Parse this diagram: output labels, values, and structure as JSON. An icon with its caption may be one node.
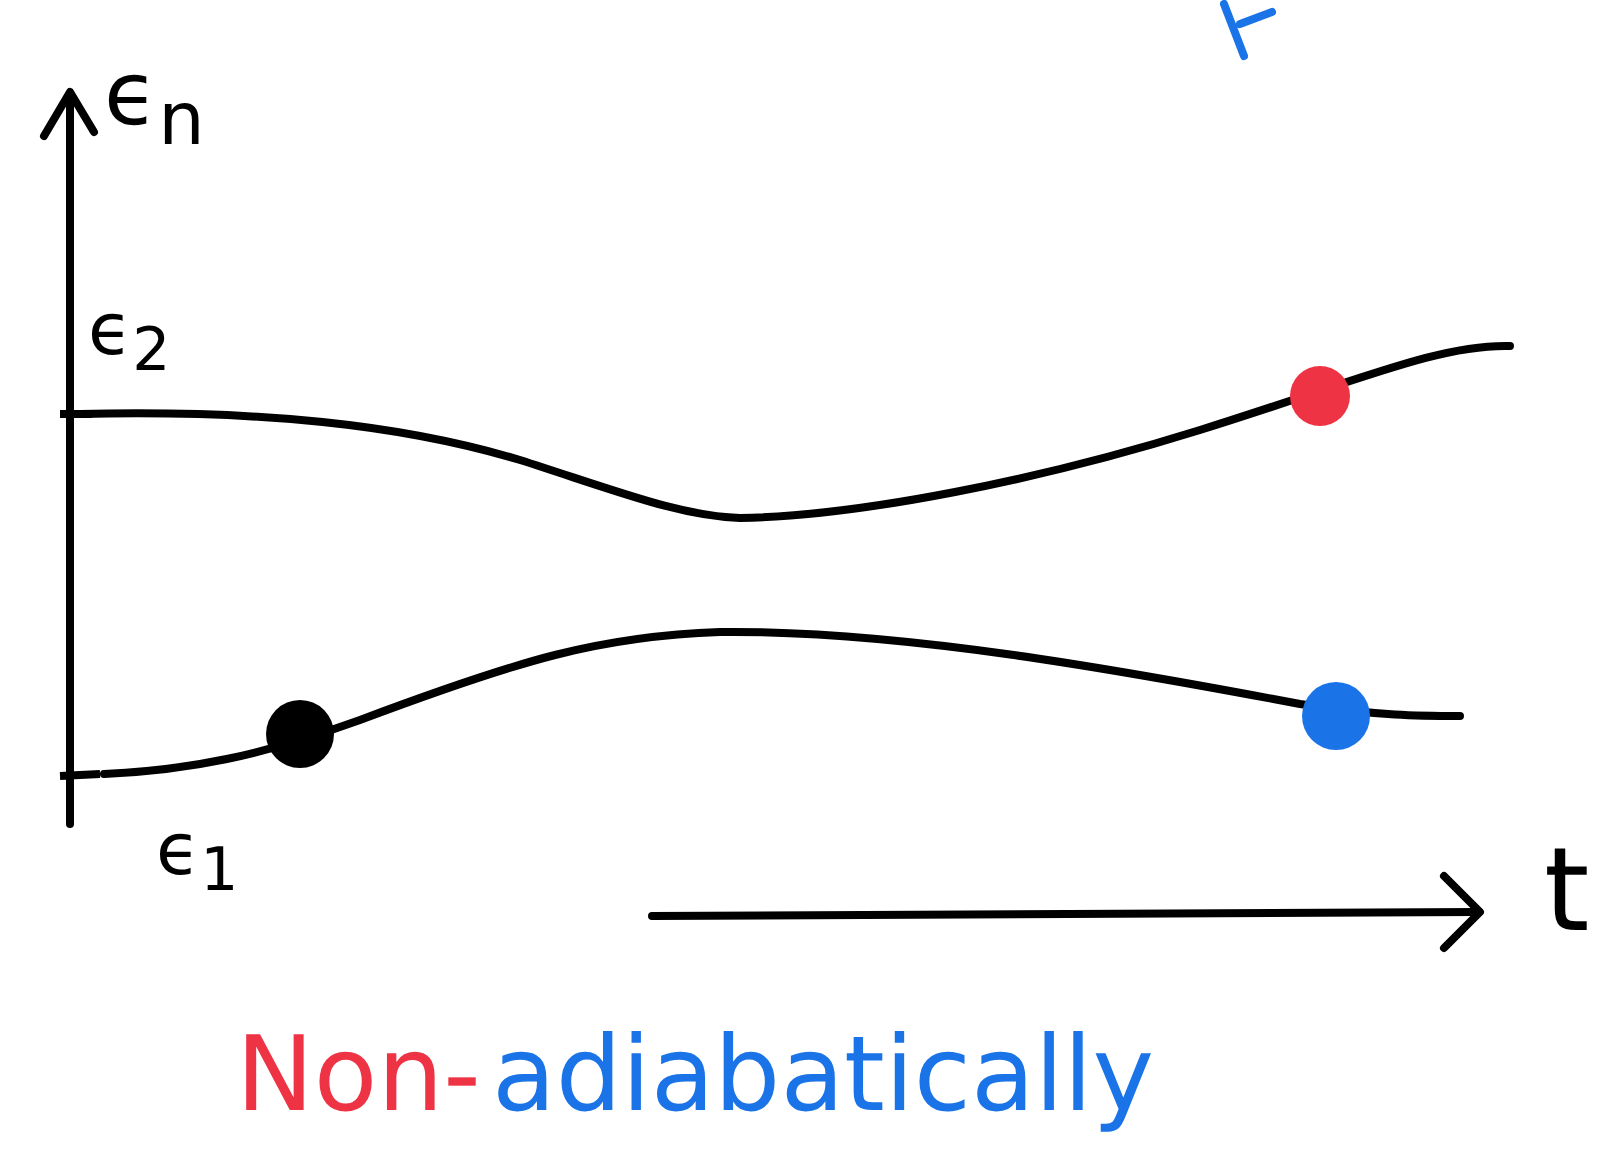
{
  "diagram": {
    "labels": [
      "ϵ$_{n}$",
      "ϵ$_{2}$",
      "ϵ$_{1}$",
      "t",
      "Non-",
      "adiabatically"
    ]
  }
}
